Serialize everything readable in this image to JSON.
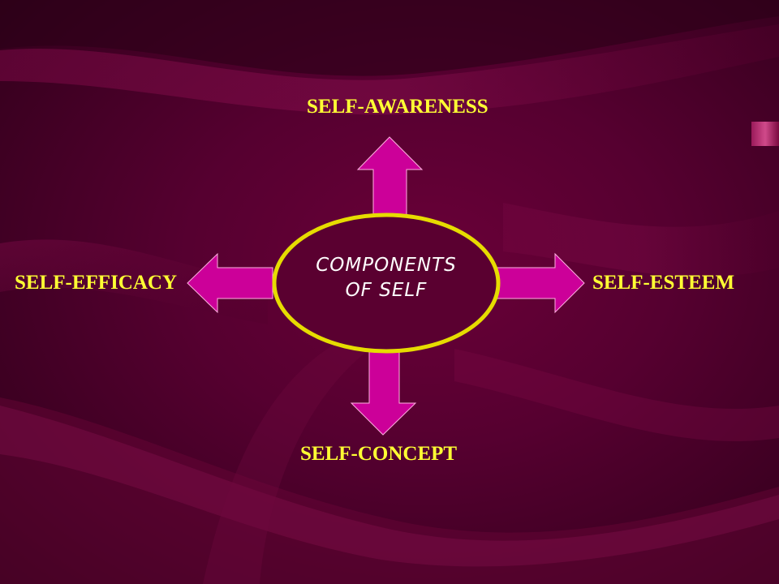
{
  "center": {
    "line1": "COMPONENTS",
    "line2": "OF SELF"
  },
  "components": {
    "top": "SELF-AWARENESS",
    "left": "SELF-EFFICACY",
    "right": "SELF-ESTEEM",
    "bottom": "SELF-CONCEPT"
  },
  "colors": {
    "background": "#560030",
    "arrow_fill": "#cc0099",
    "ellipse_stroke": "#e6dc00",
    "label_text": "#ffff33",
    "center_text": "#ffffff"
  }
}
